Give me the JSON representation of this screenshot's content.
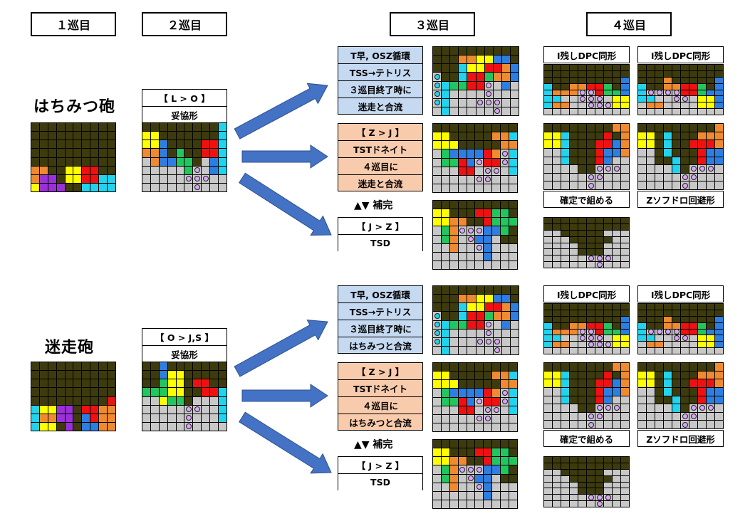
{
  "headers": [
    "１巡目",
    "２巡目",
    "３巡目",
    "４巡目"
  ],
  "colors": {
    "bg": "#3d3b0d",
    "garbage": "#c8c8c8",
    "I": "#22d3ee",
    "O": "#ffff00",
    "T": "#9b30d9",
    "S": "#22c55e",
    "Z": "#ee1111",
    "J": "#2e7de0",
    "L": "#f08a30",
    "dot_t": "#d7a6f5",
    "dot_i": "#22d3ee",
    "arrow": "#4472c4"
  },
  "sections": [
    {
      "title": "はちみつ砲",
      "opener": "........../........../........../........../........../LL..OOZZ../LTT.OOZZII/OTTT..IIII",
      "second_label": [
        "【 L > O 】",
        "妥協形"
      ],
      "second_board": ".........I/OO.......I/OOJ....ZZI/LLJ.S..ZZI/GLJJSS.GJI/GGGGGSDGJI/GGGGGDDDGG/GGGGGGDGGG",
      "branches": [
        {
          "label_color": "blue",
          "label": [
            "T早, OSZ循環",
            "TSS→テトリス",
            "３巡目終了時に",
            "迷走と合流"
          ],
          "board": ".........../...LLOOJJ../...IOOZZLJ./...IZZSLLJ/.ISSZZDGJGG/GIGGGGDGGG/.IGGGDDDGG/GIGGGGGDGG"
        },
        {
          "label_color": "orange",
          "label": [
            "【 Z > J 】",
            "TSTドネイト",
            "４巡目に",
            "迷走と合流"
          ],
          "board": "........../OO.....LLI/OOO.....LLI/GSJJJJZLDI/GSSZJDZZDI/GGGZZGDDGI/GGGGGDDGGG/GGGGGGGGGG"
        }
      ],
      "supplement": "▲▼ 補完",
      "third_label": [
        "【 J > Z 】",
        "TSD"
      ],
      "third_board": "........../OO...ZZSS./OOLL..ZSSS/GSLDDDJJS./GSLGDJJG../GGLGGDJGGG/GGGGGGJGGG/GGGGGGGGGG",
      "fourth": [
        {
          "cap": "I残しDPC同形",
          "cap_pos": "top",
          "board": "........../........../.........J/I..LLZZS.J/ILLLDDZSSJ/IIGGDDDGOO/ILLGGDDDOO/GGGGGGGGGG"
        },
        {
          "cap": "I残しDPC同形",
          "cap_pos": "top",
          "board": "........../........../...L.....J/I..LLZZS.J/IDDDDZZSJJ/IIGGDDGOOJ/GLLGGGGOOJ/GGGGGGGGGG"
        },
        {
          "cap": "確定で組める",
          "cap_pos": "bottom",
          "board": "........LL/OOI....Z.L/OOI...ZZJL/GGI...ZJJL/GGI...ZJGG/GGGG..DDDG/GGGGGDDGGG/GGGGGDGGGG"
        },
        {
          "cap": "Zソフドロ回避形",
          "cap_pos": "bottom",
          "board": ".........L/OO.I...LLL/OO.I..ZZZL/GG.I...ZJJ/GG..I..ZJJ/GGGGI.DDDG/GGGGGDDGGG/GGGGGDGGGG"
        },
        {
          "cap": "",
          "cap_pos": "none",
          "board": "........../........../GG.....GGG/GGG.....GG/GGGG...GGG/GGGG...GGG/GGGGGDDDGG/GGGGGGDGGG"
        }
      ]
    },
    {
      "title": "迷走砲",
      "opener": "........../........../........../........../.........Z/IOOTT.ZZLL/ILLTT.JZLL/IOO.T.JJLL",
      "second_label": [
        "【 O > J,S 】",
        "妥協形"
      ],
      "second_board": "..J......./..JOO..../..SOO.ZZ./SSSOO..ZZI/GGOSS.GGGI/GGGGGDDGGI/GGGGGDGGGI/GGGGGDGGGG",
      "branches": [
        {
          "label_color": "blue",
          "label": [
            "T早, OSZ循環",
            "TSS→テトリス",
            "３巡目終了時に",
            "はちみつと合流"
          ],
          "board": ".........../...LLOOJJ../...IOOZZLJ./...IZZSLLJ/.ISSZZDGJGG/GIGGGGDGGG/.IGGGDDDGG/GIGGGGGDGG"
        },
        {
          "label_color": "orange",
          "label": [
            "【 Z > J 】",
            "TSTドネイト",
            "４巡目に",
            "はちみつと合流"
          ],
          "board": "........../OO.....LLI/OOO.....LLI/GSJJJJZLDI/GSSZJDZZDI/GGGZZGDDGI/GGGGGDDGGG/GGGGGGGGGG"
        }
      ],
      "supplement": "▲▼ 補完",
      "third_label": [
        "【 J > Z 】",
        "TSD"
      ],
      "third_board": "........../OO...ZZSS./OOLL..ZSSS/GSLDDDJJS./GSLGDJJG../GGLGGDJGGG/GGGGGGJGGG/GGGGGGGGGG",
      "fourth": [
        {
          "cap": "I残しDPC同形",
          "cap_pos": "top",
          "board": "........../........../.........J/I..LLZZS.J/ILLLDDZSSJ/IIGGDDDGOO/ILLGGDDDOO/GGGGGGGGGG"
        },
        {
          "cap": "I残しDPC同形",
          "cap_pos": "top",
          "board": "........../........../...L.....J/I..LLZZS.J/IDDDDZZSJJ/IIGGDDGOOJ/GLLGGGGOOJ/GGGGGGGGGG"
        },
        {
          "cap": "確定で組める",
          "cap_pos": "bottom",
          "board": "........LL/OOI....Z.L/OOI...ZZJL/GGI...ZJJL/GGI...ZJGG/GGGG..DDDG/GGGGGDDGGG/GGGGGDGGGG"
        },
        {
          "cap": "Zソフドロ回避形",
          "cap_pos": "bottom",
          "board": ".........L/OO.I...LLL/OO.I..ZZZL/GG.I...ZJJ/GG..I..ZJJ/GGGGI.DDDG/GGGGGDDGGG/GGGGGDGGGG"
        },
        {
          "cap": "",
          "cap_pos": "none",
          "board": "........../........../GG.....GGG/GGG.....GG/GGGG...GGG/GGGG...GGG/GGGGGDDDGG/GGGGGGDGGG"
        }
      ]
    }
  ]
}
